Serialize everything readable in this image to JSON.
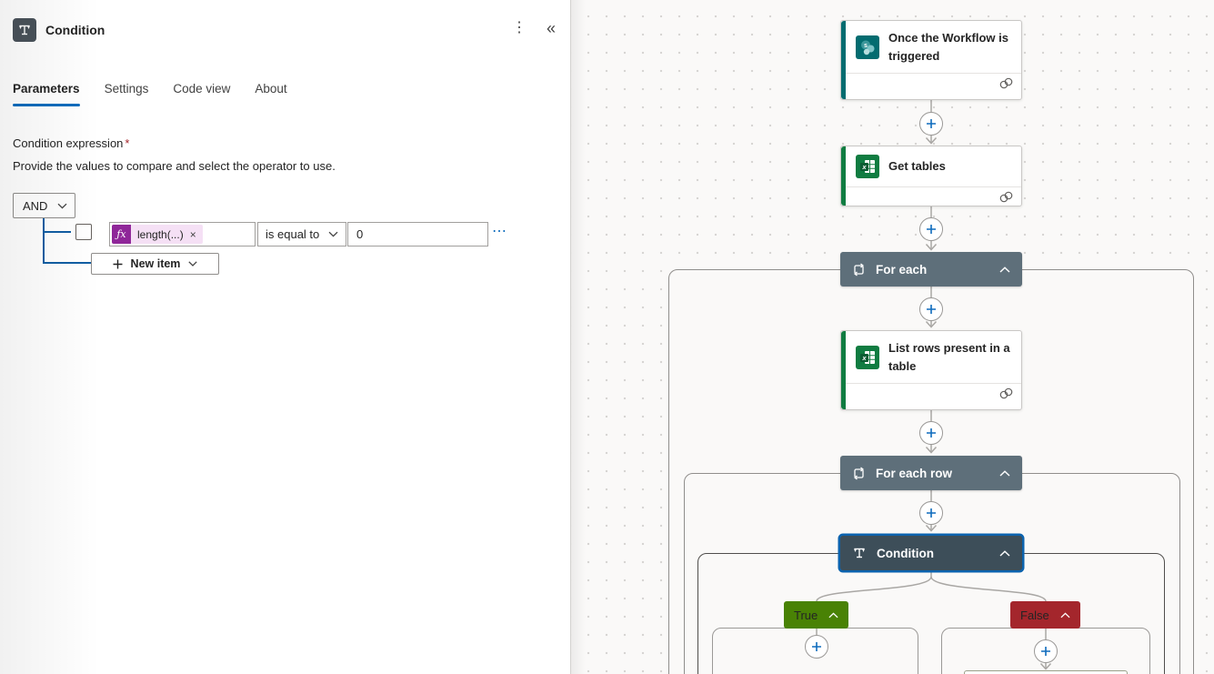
{
  "panel": {
    "title": "Condition",
    "menu_glyph": "⋮",
    "collapse_glyph": "«",
    "tabs": [
      {
        "label": "Parameters",
        "active": true
      },
      {
        "label": "Settings",
        "active": false
      },
      {
        "label": "Code view",
        "active": false
      },
      {
        "label": "About",
        "active": false
      }
    ],
    "field_label": "Condition expression",
    "required_mark": "*",
    "description": "Provide the values to compare and select the operator to use.",
    "group_operator": "AND",
    "condition_row": {
      "fx_glyph": "ƒx",
      "operand1": "length(...)",
      "remove_glyph": "×",
      "operator": "is equal to",
      "value": "0",
      "menu_glyph": "⋯"
    },
    "new_item_label": "New item"
  },
  "canvas": {
    "trigger": {
      "label": "Once the Workflow is triggered"
    },
    "get_tables": {
      "label": "Get tables"
    },
    "for_each": {
      "label": "For each"
    },
    "list_rows": {
      "label": "List rows present in a table"
    },
    "for_each_row": {
      "label": "For each row"
    },
    "condition": {
      "label": "Condition"
    },
    "true_branch": {
      "label": "True"
    },
    "false_branch": {
      "label": "False"
    }
  },
  "colors": {
    "accent_blue": "#0f6cbd",
    "tree_line_blue": "#115ea3",
    "trigger_teal": "#036c70",
    "excel_green": "#107c41",
    "scope_slate": "#5e6f7a",
    "condition_dark": "#3d4e59",
    "true_green": "#498205",
    "false_red": "#a4262c",
    "fx_purple": "#8f2699"
  }
}
